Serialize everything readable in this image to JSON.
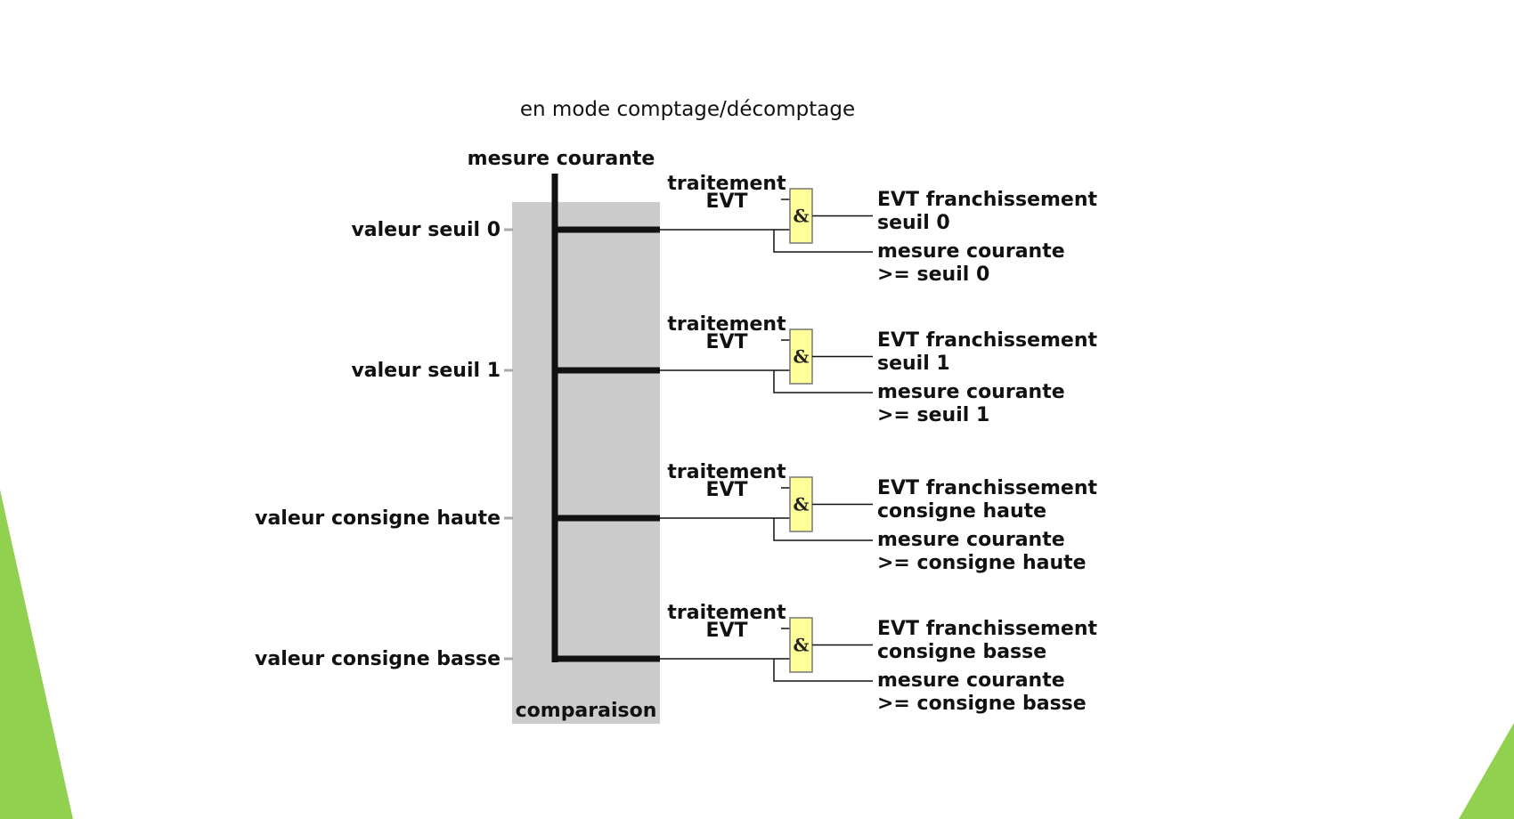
{
  "title": "en mode comptage/décomptage",
  "bus_label": "mesure courante",
  "comparator_label": "comparaison",
  "gate_symbol": "&",
  "colors": {
    "accent_green": "#92d050",
    "comparator_bg": "#cccccc",
    "gate_fill": "#ffff99",
    "gate_border": "#777777",
    "line": "#111111"
  },
  "rows": [
    {
      "input": "valeur seuil 0",
      "enable": [
        "traitement",
        "EVT"
      ],
      "event_out": [
        "EVT franchissement",
        "seuil 0"
      ],
      "compare_out": [
        "mesure courante",
        ">= seuil 0"
      ]
    },
    {
      "input": "valeur seuil 1",
      "enable": [
        "traitement",
        "EVT"
      ],
      "event_out": [
        "EVT franchissement",
        "seuil 1"
      ],
      "compare_out": [
        "mesure courante",
        ">= seuil 1"
      ]
    },
    {
      "input": "valeur consigne haute",
      "enable": [
        "traitement",
        "EVT"
      ],
      "event_out": [
        "EVT franchissement",
        "consigne haute"
      ],
      "compare_out": [
        "mesure courante",
        ">= consigne haute"
      ]
    },
    {
      "input": "valeur consigne basse",
      "enable": [
        "traitement",
        "EVT"
      ],
      "event_out": [
        "EVT franchissement",
        "consigne basse"
      ],
      "compare_out": [
        "mesure courante",
        ">= consigne basse"
      ]
    }
  ]
}
